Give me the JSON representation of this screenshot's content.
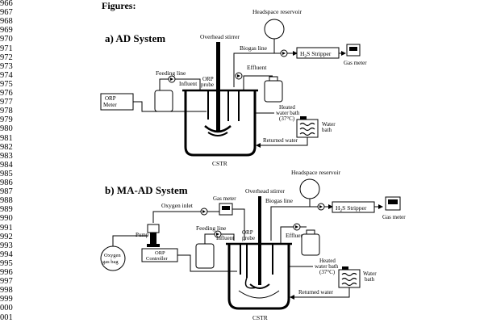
{
  "line_numbers": [
    "966",
    "967",
    "968",
    "969",
    "970",
    "971",
    "972",
    "973",
    "974",
    "975",
    "976",
    "977",
    "978",
    "979",
    "980",
    "981",
    "982",
    "983",
    "984",
    "985",
    "986",
    "987",
    "988",
    "989",
    "990",
    "991",
    "992",
    "993",
    "994",
    "995",
    "996",
    "997",
    "998",
    "999",
    "000",
    "001"
  ],
  "heading": "Figures:",
  "panel_a": {
    "title": "a) AD System",
    "headspace_reservoir": "Headspace reservoir",
    "overhead_stirrer": "Overhead stirrer",
    "biogas_line": "Biogas line",
    "h2s_stripper": "H",
    "h2s_sub": "2",
    "h2s_rest": "S Stripper",
    "gas_meter": "Gas meter",
    "effluent": "Effluent",
    "feeding_line": "Feeding line",
    "influent": "Influent",
    "orp_probe_1": "ORP",
    "orp_probe_2": "probe",
    "orp_meter_1": "ORP",
    "orp_meter_2": "Meter",
    "heated_bath_1": "Heated",
    "heated_bath_2": "water bath",
    "heated_bath_3": "(37°C)",
    "water_bath_1": "Water",
    "water_bath_2": "bath",
    "returned_water": "Returned water",
    "cstr": "CSTR"
  },
  "panel_b": {
    "title": "b) MA-AD System",
    "headspace_reservoir": "Headspace reservoir",
    "overhead_stirrer": "Overhead stirrer",
    "gas_meter_top": "Gas meter",
    "oxygen_inlet": "Oxygen inlet",
    "biogas_line": "Biogas line",
    "h2s_stripper": "H",
    "h2s_sub": "2",
    "h2s_rest": "S Stripper",
    "gas_meter": "Gas meter",
    "pump": "Pump",
    "feeding_line": "Feeding line",
    "effluent": "Effluent",
    "influent": "Influent",
    "orp_probe_1": "ORP",
    "orp_probe_2": "probe",
    "oxygen_bag_1": "Oxygen",
    "oxygen_bag_2": "gas bag",
    "orp_controller_1": "ORP",
    "orp_controller_2": "Controller",
    "heated_bath_1": "Heated",
    "heated_bath_2": "water bath",
    "heated_bath_3": "(37°C)",
    "water_bath_1": "Water",
    "water_bath_2": "bath",
    "returned_water": "Returned water",
    "cstr": "CSTR"
  }
}
